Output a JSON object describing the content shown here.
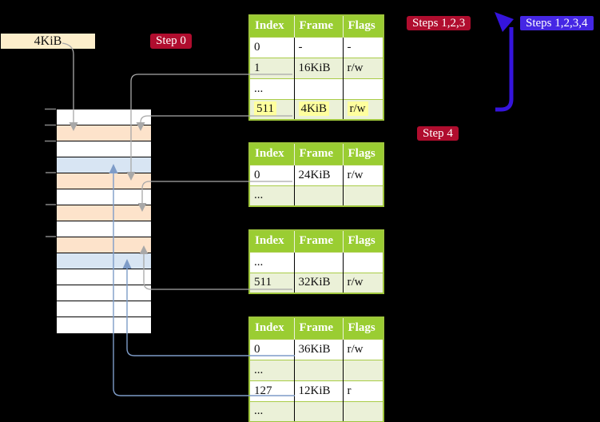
{
  "page_size_label": {
    "text": "4KiB"
  },
  "badges": {
    "step0": {
      "text": "Step 0"
    },
    "steps123": {
      "text": "Steps 1,2,3"
    },
    "steps1234": {
      "text": "Steps 1,2,3,4"
    },
    "step4": {
      "text": "Step 4"
    }
  },
  "tables": [
    {
      "name": "page-table-root",
      "headers": [
        "Index",
        "Frame",
        "Flags"
      ],
      "rows": [
        {
          "cells": [
            "0",
            "-",
            "-"
          ],
          "alt": false,
          "highlight": false
        },
        {
          "cells": [
            "1",
            "16KiB",
            "r/w"
          ],
          "alt": true,
          "highlight": false
        },
        {
          "cells": [
            "...",
            "",
            ""
          ],
          "alt": false,
          "highlight": false
        },
        {
          "cells": [
            "511",
            "4KiB",
            "r/w"
          ],
          "alt": true,
          "highlight": true
        }
      ]
    },
    {
      "name": "page-table-mid-1",
      "headers": [
        "Index",
        "Frame",
        "Flags"
      ],
      "rows": [
        {
          "cells": [
            "0",
            "24KiB",
            "r/w"
          ],
          "alt": false,
          "highlight": false
        },
        {
          "cells": [
            "...",
            "",
            ""
          ],
          "alt": true,
          "highlight": false
        }
      ]
    },
    {
      "name": "page-table-mid-2",
      "headers": [
        "Index",
        "Frame",
        "Flags"
      ],
      "rows": [
        {
          "cells": [
            "...",
            "",
            ""
          ],
          "alt": false,
          "highlight": false
        },
        {
          "cells": [
            "511",
            "32KiB",
            "r/w"
          ],
          "alt": true,
          "highlight": false
        }
      ]
    },
    {
      "name": "page-table-leaf",
      "headers": [
        "Index",
        "Frame",
        "Flags"
      ],
      "rows": [
        {
          "cells": [
            "0",
            "36KiB",
            "r/w"
          ],
          "alt": false,
          "highlight": false
        },
        {
          "cells": [
            "...",
            "",
            ""
          ],
          "alt": true,
          "highlight": false
        },
        {
          "cells": [
            "127",
            "12KiB",
            "r"
          ],
          "alt": false,
          "highlight": false
        },
        {
          "cells": [
            "...",
            "",
            ""
          ],
          "alt": true,
          "highlight": false
        }
      ]
    }
  ],
  "memory": {
    "stripes": [
      "white",
      "peach",
      "white",
      "blue",
      "peach",
      "white",
      "peach",
      "white",
      "peach",
      "blue",
      "white",
      "white",
      "white",
      "white"
    ],
    "tick_count": 6
  },
  "colors": {
    "background": "#000000",
    "crimson_badge": "#b00d2e",
    "blue_badge": "#4527e4",
    "table_header_green": "#9acd32",
    "table_alt_row": "#ebf1d8",
    "highlight_yellow": "#ffff9e",
    "label_box_bg": "#fdeecb",
    "stripe_peach": "#fde3cb",
    "stripe_blue": "#d8e5f3",
    "connector_gray": "#a8a8a8",
    "connector_blue_gray": "#7e9cc8",
    "arrow_blue": "#3514dc",
    "tick_gray": "#858585"
  }
}
